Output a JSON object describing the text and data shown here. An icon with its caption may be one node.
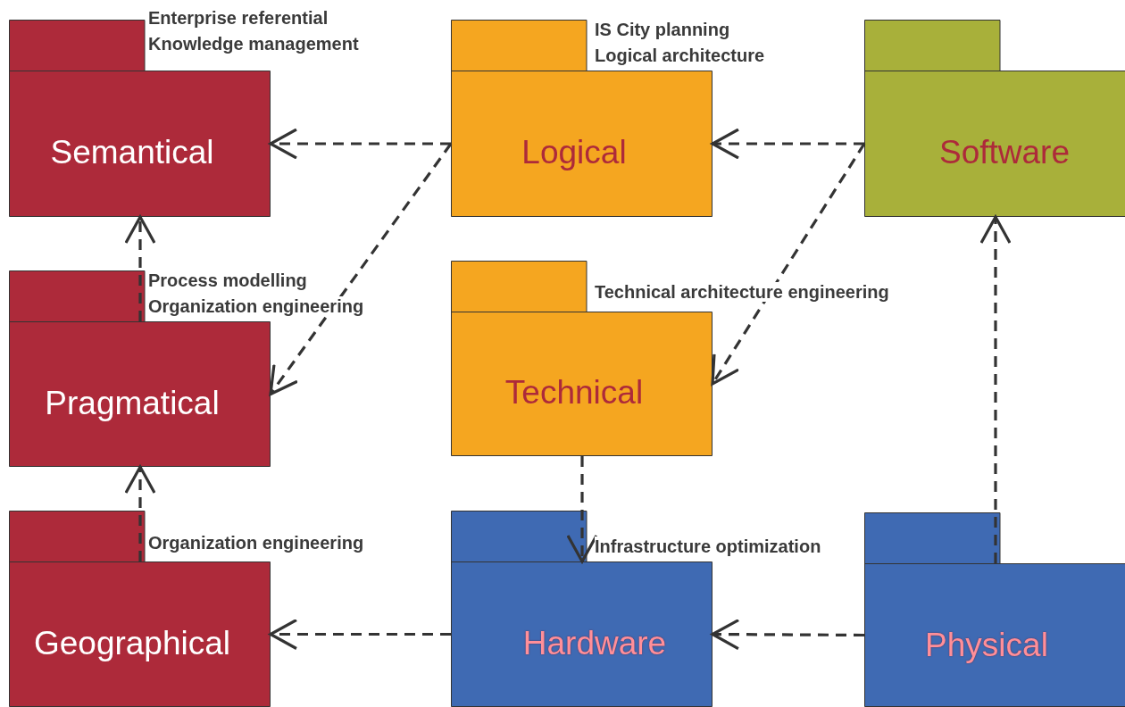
{
  "diagram": {
    "nodes": [
      {
        "text": [
          "Enterprise referential Knowledge management",
          "Semantical"
        ]
      },
      {
        "text": [
          "IS City planning Logical architecture",
          "Logical"
        ]
      },
      {
        "text": [
          "Software"
        ]
      },
      {
        "text": [
          "Process modelling Organization engineering",
          "Pragmatical"
        ]
      },
      {
        "text": [
          "Technical architecture engineering",
          "Technical"
        ]
      },
      {
        "text": [
          "Organization engineering",
          "Geographical"
        ]
      },
      {
        "text": [
          "Infrastructure optimization",
          "Hardware"
        ]
      },
      {
        "text": [
          "Physical"
        ]
      }
    ],
    "edges": [
      {
        "from": 1,
        "to": 0,
        "arrow": "to",
        "style": "dashed"
      },
      {
        "from": 1,
        "to": 3,
        "arrow": "to",
        "style": "dashed"
      },
      {
        "from": 2,
        "to": 1,
        "arrow": "to",
        "style": "dashed"
      },
      {
        "from": 2,
        "to": 4,
        "arrow": "to",
        "style": "dashed"
      },
      {
        "from": 3,
        "to": 0,
        "arrow": "to",
        "style": "dashed"
      },
      {
        "from": 5,
        "to": 3,
        "arrow": "to",
        "style": "dashed"
      },
      {
        "from": 4,
        "to": 6,
        "arrow": "to",
        "style": "dashed"
      },
      {
        "from": 6,
        "to": 5,
        "arrow": "to",
        "style": "dashed"
      },
      {
        "from": 7,
        "to": 6,
        "arrow": "to",
        "style": "dashed"
      },
      {
        "from": 7,
        "to": 2,
        "arrow": "to",
        "style": "dashed"
      }
    ]
  }
}
